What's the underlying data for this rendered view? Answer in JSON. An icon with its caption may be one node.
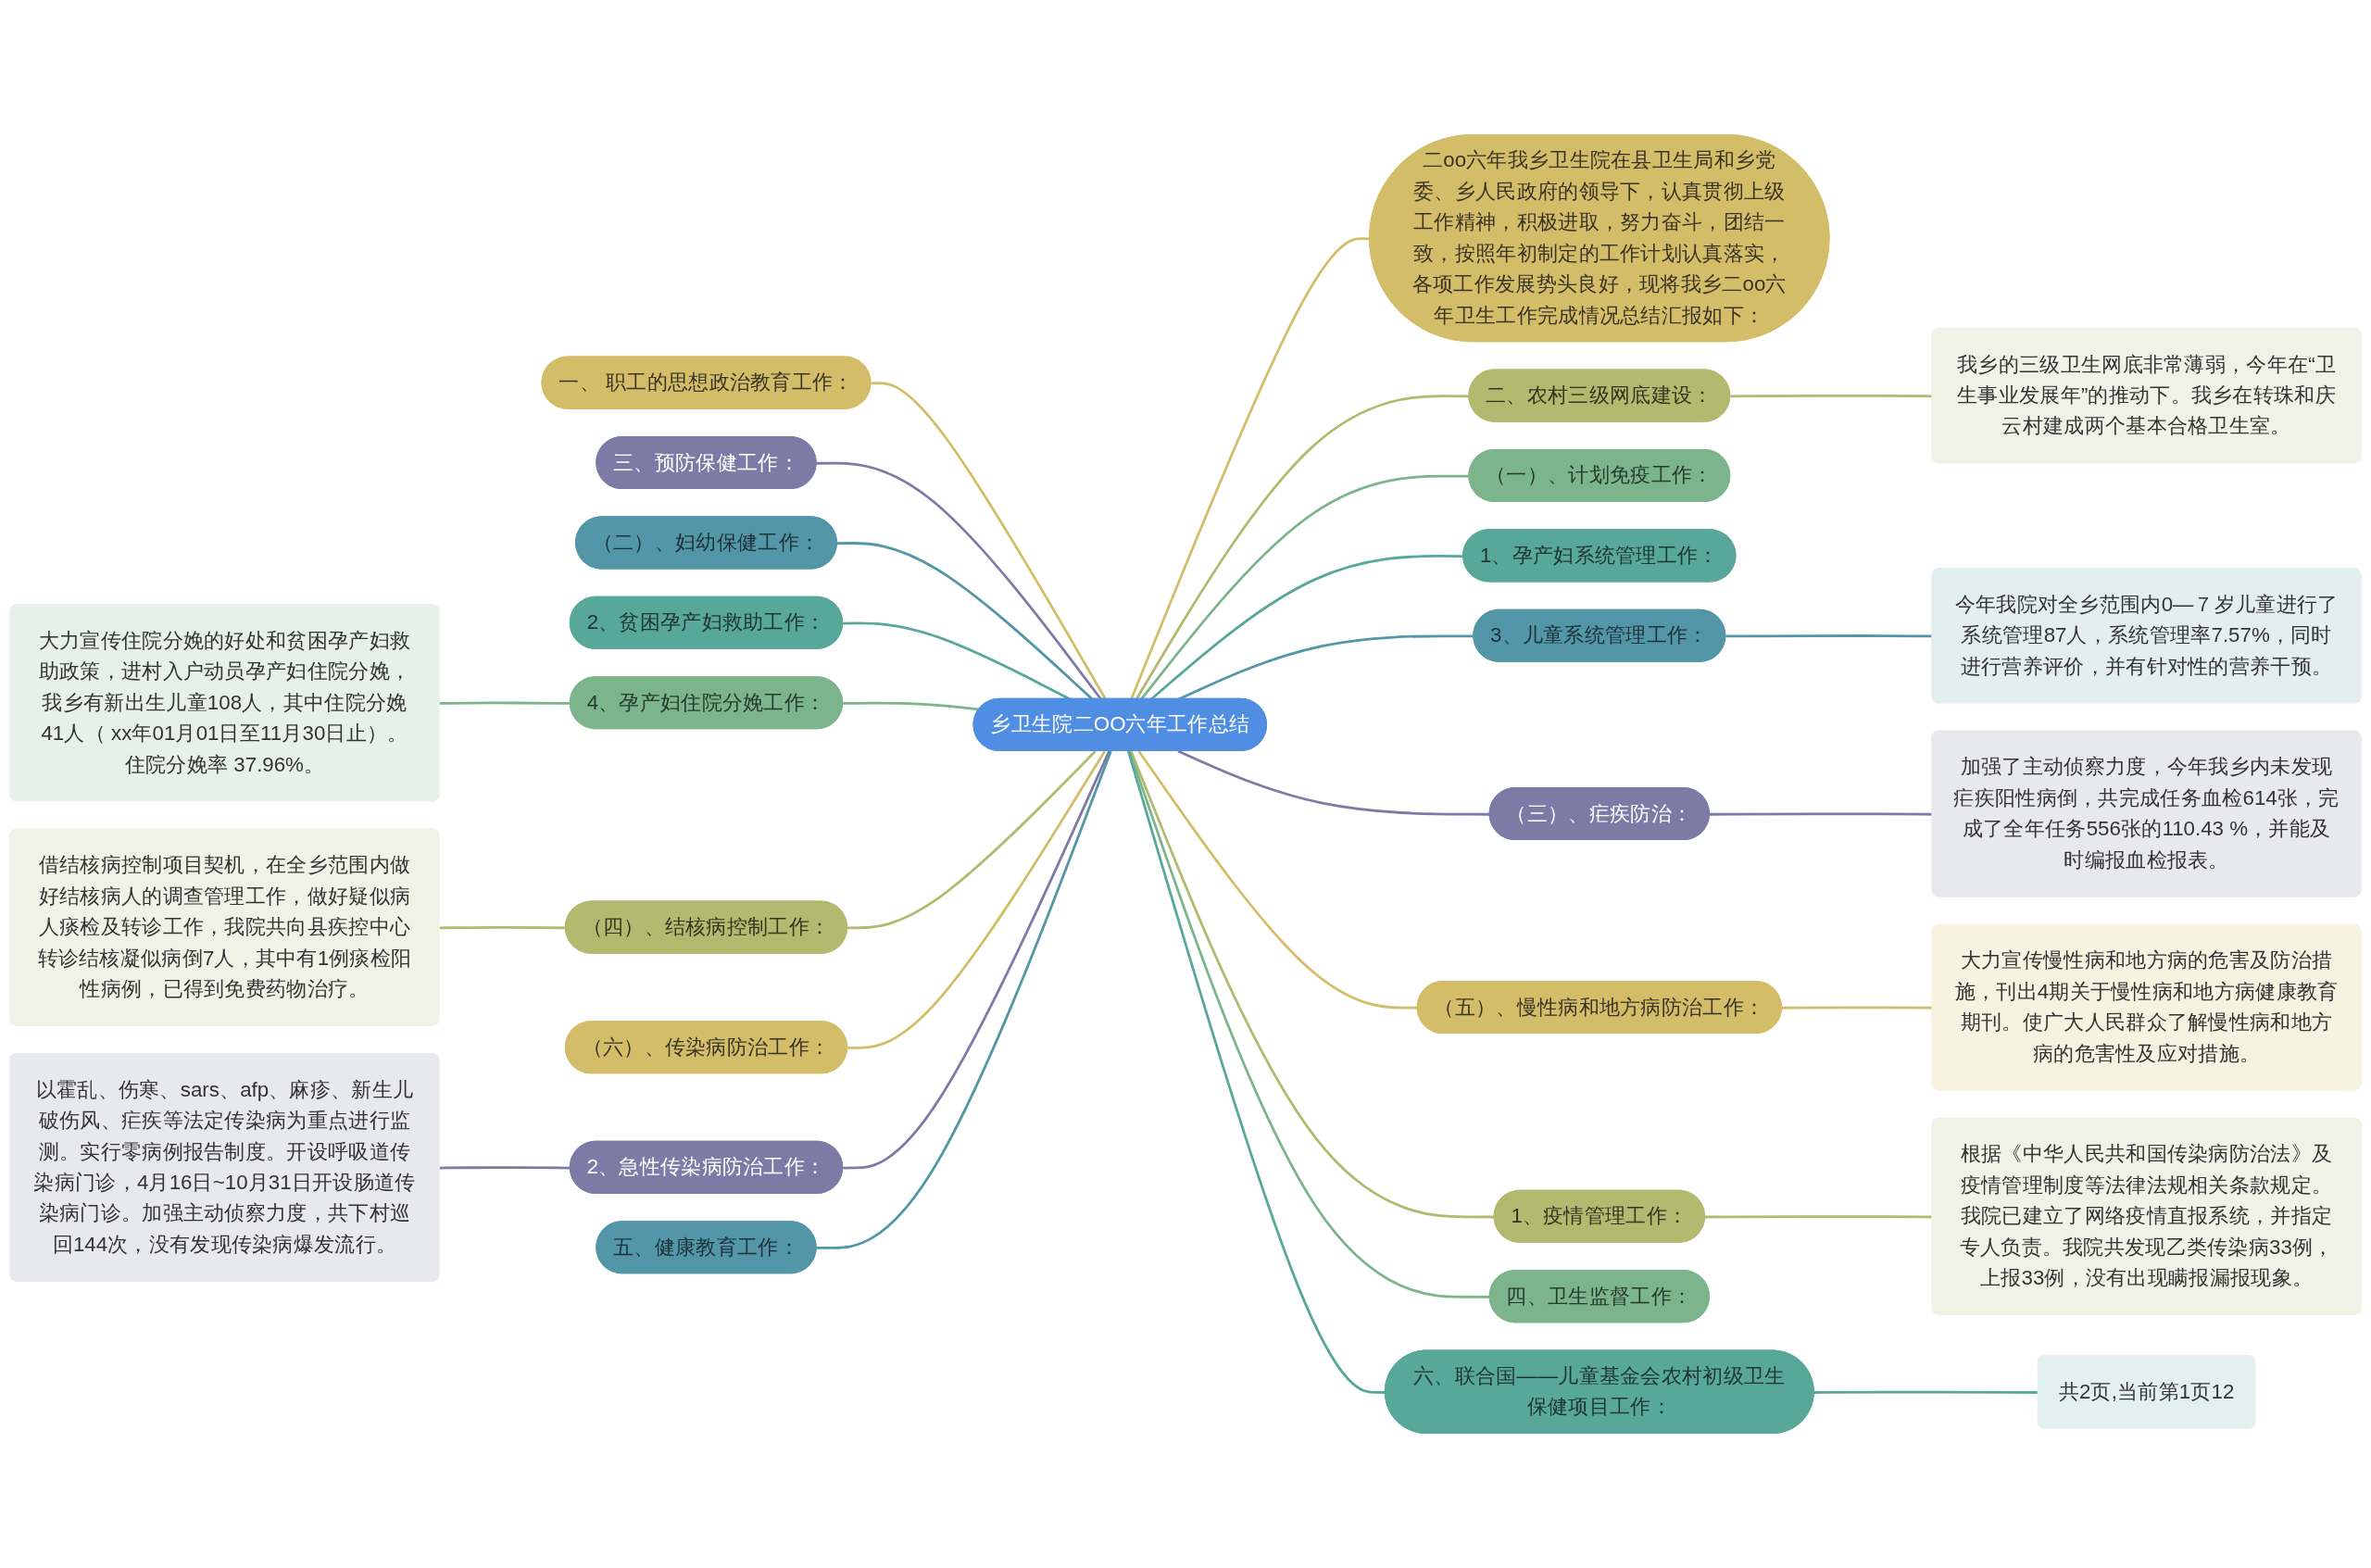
{
  "diagram": {
    "nodes": [
      {
        "text": [
          "乡卫生院二OO六年工作总结"
        ]
      },
      {
        "text": [
          "二oo六年我乡卫生院在县卫生局和乡党委、乡人民政府的领导下，认真贯彻上级工作精神，积极进取，努力奋斗，团结一致，按照年初制定的工作计划认真落实，各项工作发展势头良好，现将我乡二oo六年卫生工作完成情况总结汇报如下："
        ]
      },
      {
        "text": [
          "二、农村三级网底建设："
        ]
      },
      {
        "text": [
          "我乡的三级卫生网底非常薄弱，今年在“卫生事业发展年”的推动下。我乡在转珠和庆云村建成两个基本合格卫生室。"
        ]
      },
      {
        "text": [
          "（一）、计划免疫工作："
        ]
      },
      {
        "text": [
          "1、孕产妇系统管理工作："
        ]
      },
      {
        "text": [
          "3、儿童系统管理工作："
        ]
      },
      {
        "text": [
          "今年我院对全乡范围内0—７岁儿童进行了系统管理87人，系统管理率7.57%，同时进行营养评价，并有针对性的营养干预。"
        ]
      },
      {
        "text": [
          "（三）、疟疾防治："
        ]
      },
      {
        "text": [
          "加强了主动侦察力度，今年我乡内未发现疟疾阳性病倒，共完成任务血检614张，完成了全年任务556张的110.43 %，并能及时编报血检报表。"
        ]
      },
      {
        "text": [
          "（五）、慢性病和地方病防治工作："
        ]
      },
      {
        "text": [
          "大力宣传慢性病和地方病的危害及防治措施，刊出4期关于慢性病和地方病健康教育期刊。使广大人民群众了解慢性病和地方病的危害性及应对措施。"
        ]
      },
      {
        "text": [
          "1、疫情管理工作："
        ]
      },
      {
        "text": [
          "根据《中华人民共和国传染病防治法》及疫情管理制度等法律法规相关条款规定。我院已建立了网络疫情直报系统，并指定专人负责。我院共发现乙类传染病33例，上报33例，没有出现瞒报漏报现象。"
        ]
      },
      {
        "text": [
          "四、卫生监督工作："
        ]
      },
      {
        "text": [
          "六、联合国——儿童基金会农村初级卫生保健项目工作："
        ]
      },
      {
        "text": [
          "共2页,当前第1页12"
        ]
      },
      {
        "text": [
          "一、 职工的思想政治教育工作："
        ]
      },
      {
        "text": [
          "三、预防保健工作："
        ]
      },
      {
        "text": [
          "（二）、妇幼保健工作："
        ]
      },
      {
        "text": [
          "2、贫困孕产妇救助工作："
        ]
      },
      {
        "text": [
          "4、孕产妇住院分娩工作："
        ]
      },
      {
        "text": [
          "大力宣传住院分娩的好处和贫困孕产妇救助政策，进村入户动员孕产妇住院分娩，我乡有新出生儿童108人，其中住院分娩41人（ xx年01月01日至11月30日止）。住院分娩率 37.96%。"
        ]
      },
      {
        "text": [
          "（四）、结核病控制工作："
        ]
      },
      {
        "text": [
          "借结核病控制项目契机，在全乡范围内做好结核病人的调查管理工作，做好疑似病人痰检及转诊工作，我院共向县疾控中心转诊结核凝似病倒7人，其中有1例痰检阳性病例，已得到免费药物治疗。"
        ]
      },
      {
        "text": [
          "（六）、传染病防治工作："
        ]
      },
      {
        "text": [
          "2、急性传染病防治工作："
        ]
      },
      {
        "text": [
          "以霍乱、伤寒、sars、afp、麻疹、新生儿破伤风、疟疾等法定传染病为重点进行监测。实行零病例报告制度。开设呼吸道传染病门诊，4月16日~10月31日开设肠道传染病门诊。加强主动侦察力度，共下村巡回144次，没有发现传染病爆发流行。"
        ]
      },
      {
        "text": [
          "五、健康教育工作："
        ]
      }
    ],
    "edges": [
      {
        "from": 0,
        "to": 1,
        "arrow": "none",
        "color": "#d4bd69"
      },
      {
        "from": 0,
        "to": 2,
        "arrow": "none",
        "color": "#b3b96f"
      },
      {
        "from": 2,
        "to": 3,
        "arrow": "none",
        "color": "#b3b96f"
      },
      {
        "from": 0,
        "to": 4,
        "arrow": "none",
        "color": "#7cb58b"
      },
      {
        "from": 0,
        "to": 5,
        "arrow": "none",
        "color": "#58a89a"
      },
      {
        "from": 0,
        "to": 6,
        "arrow": "none",
        "color": "#5296a8"
      },
      {
        "from": 6,
        "to": 7,
        "arrow": "none",
        "color": "#5296a8"
      },
      {
        "from": 0,
        "to": 8,
        "arrow": "none",
        "color": "#7d7ba6"
      },
      {
        "from": 8,
        "to": 9,
        "arrow": "none",
        "color": "#7d7ba6"
      },
      {
        "from": 0,
        "to": 10,
        "arrow": "none",
        "color": "#d4bd69"
      },
      {
        "from": 10,
        "to": 11,
        "arrow": "none",
        "color": "#d4bd69"
      },
      {
        "from": 0,
        "to": 12,
        "arrow": "none",
        "color": "#b3b96f"
      },
      {
        "from": 12,
        "to": 13,
        "arrow": "none",
        "color": "#b3b96f"
      },
      {
        "from": 0,
        "to": 14,
        "arrow": "none",
        "color": "#7cb58b"
      },
      {
        "from": 0,
        "to": 15,
        "arrow": "none",
        "color": "#58a89a"
      },
      {
        "from": 15,
        "to": 16,
        "arrow": "none",
        "color": "#58a89a"
      },
      {
        "from": 17,
        "to": 0,
        "arrow": "none",
        "color": "#d4bd69"
      },
      {
        "from": 18,
        "to": 0,
        "arrow": "none",
        "color": "#7d7ba6"
      },
      {
        "from": 19,
        "to": 0,
        "arrow": "none",
        "color": "#5296a8"
      },
      {
        "from": 20,
        "to": 0,
        "arrow": "none",
        "color": "#58a89a"
      },
      {
        "from": 21,
        "to": 0,
        "arrow": "none",
        "color": "#7cb58b"
      },
      {
        "from": 22,
        "to": 21,
        "arrow": "none",
        "color": "#7cb58b"
      },
      {
        "from": 23,
        "to": 0,
        "arrow": "none",
        "color": "#b3b96f"
      },
      {
        "from": 24,
        "to": 23,
        "arrow": "none",
        "color": "#b3b96f"
      },
      {
        "from": 25,
        "to": 0,
        "arrow": "none",
        "color": "#d4bd69"
      },
      {
        "from": 26,
        "to": 0,
        "arrow": "none",
        "color": "#7d7ba6"
      },
      {
        "from": 27,
        "to": 26,
        "arrow": "none",
        "color": "#7d7ba6"
      },
      {
        "from": 28,
        "to": 0,
        "arrow": "none",
        "color": "#5296a8"
      }
    ]
  }
}
